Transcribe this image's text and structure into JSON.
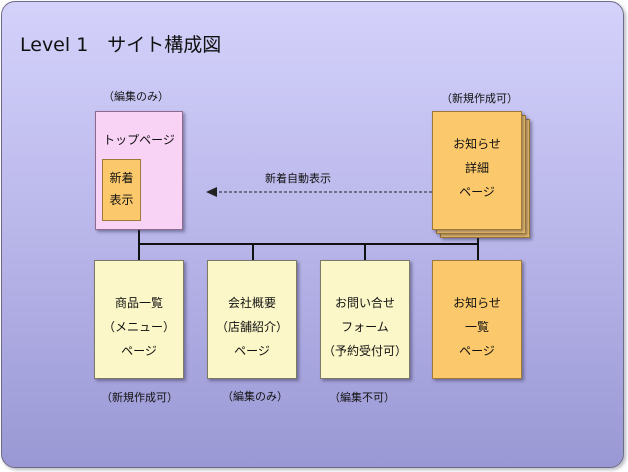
{
  "title": "Level 1　サイト構成図",
  "annotations": {
    "top_page_note": "（編集のみ）",
    "news_detail_note": "（新規作成可）",
    "auto_display": "新着自動表示",
    "products_note": "（新規作成可）",
    "company_note": "（編集のみ）",
    "contact_note": "（編集不可）"
  },
  "boxes": {
    "top_page": {
      "title": "トップページ"
    },
    "new_arrivals": {
      "lines": [
        "新着",
        "表示"
      ]
    },
    "news_detail": {
      "lines": [
        "お知らせ",
        "詳細",
        "ページ"
      ]
    },
    "products": {
      "lines": [
        "商品一覧",
        "（メニュー）",
        "ページ"
      ]
    },
    "company": {
      "lines": [
        "会社概要",
        "（店舗紹介）",
        "ページ"
      ]
    },
    "contact": {
      "lines": [
        "お問い合せ",
        "フォーム",
        "（予約受付可）"
      ]
    },
    "news_list": {
      "lines": [
        "お知らせ",
        "一覧",
        "ページ"
      ]
    }
  },
  "colors": {
    "background": "#c4c2f2",
    "page_box": "#fbf7c8",
    "highlight_box": "#fbc96c",
    "top_page_box": "#f8d3f6"
  }
}
